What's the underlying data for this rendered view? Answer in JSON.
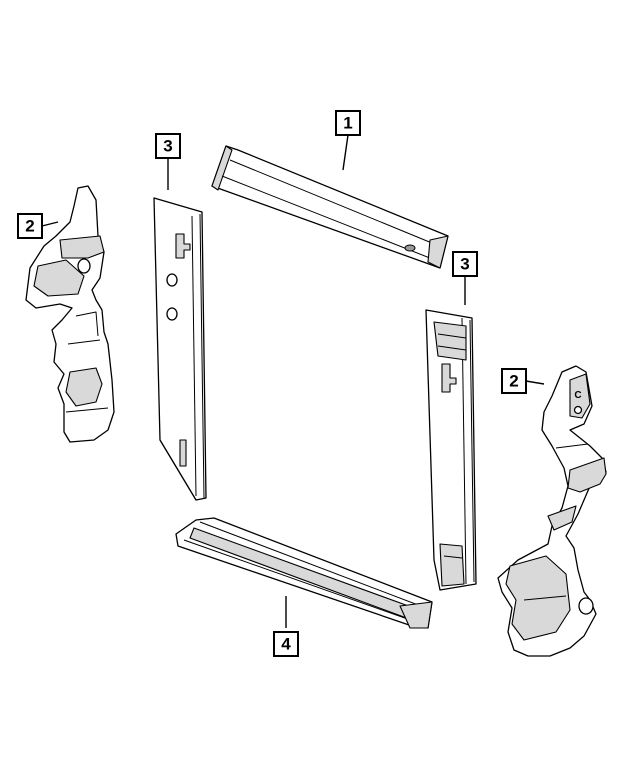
{
  "callouts": {
    "upper_seal": "1",
    "left_air_deflector": "2",
    "right_air_deflector": "2",
    "left_side_seal": "3",
    "right_side_seal": "3",
    "lower_seal": "4"
  },
  "colors": {
    "line": "#000000",
    "background": "#ffffff",
    "shading": "#d9d9d9"
  }
}
